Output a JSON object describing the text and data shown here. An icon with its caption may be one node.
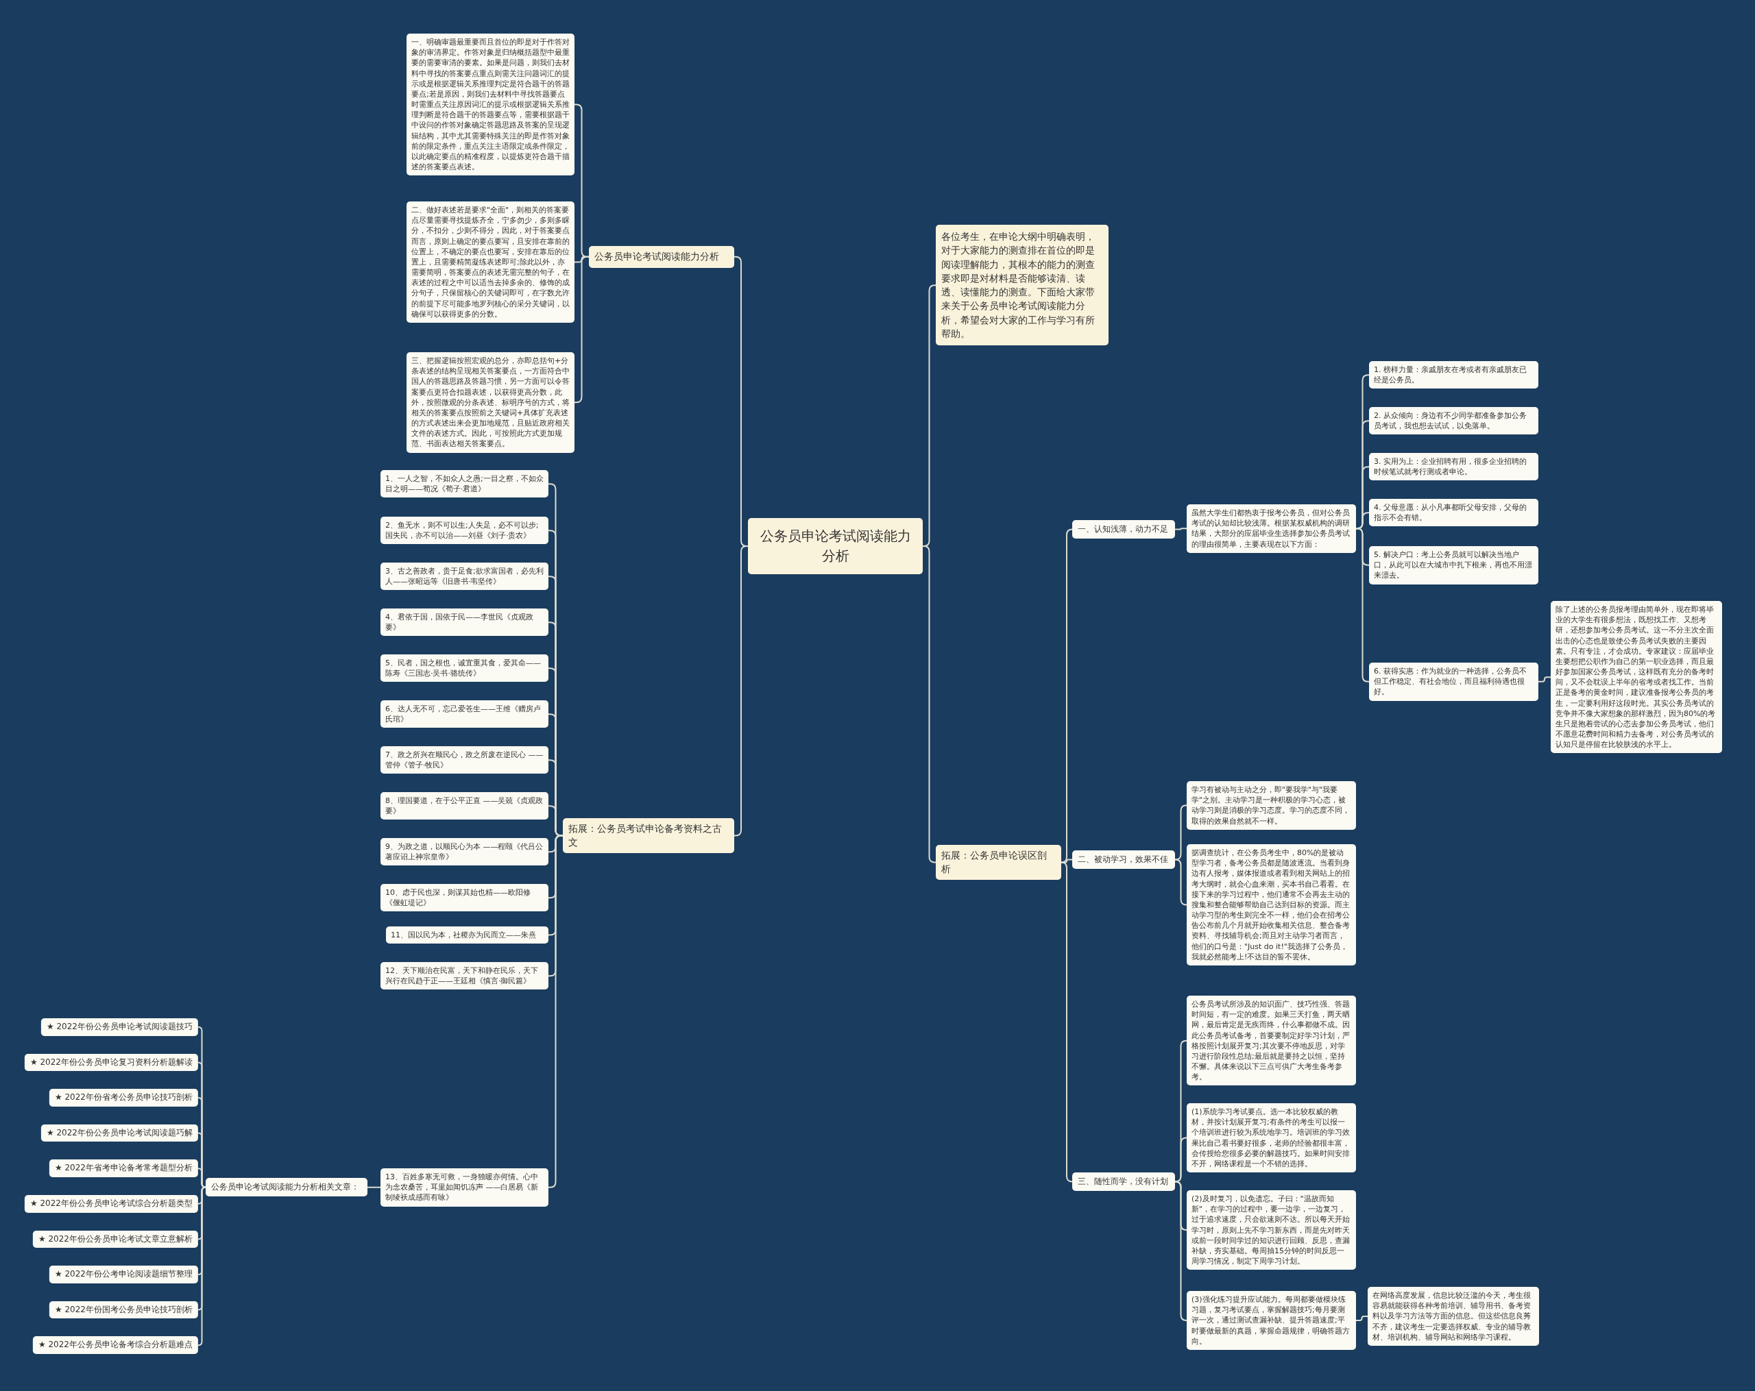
{
  "diagram": {
    "nodes": [
      {
        "text": [
          "公务员申论考试阅读能力分析"
        ]
      },
      {
        "text": [
          "公务员申论考试阅读能力分析"
        ]
      },
      {
        "text": [
          "一、明确审题最重要而且首位的即是对于作答对象的审清界定。作答对象是归纳概括题型中最重要的需要审清的要素。如果是问题，则我们去材料中寻找的答案要点重点则需关注问题词汇的提示或是根据逻辑关系推理判定是符合题干的答题要点;若是原因，则我们去材料中寻找答题要点时需重点关注原因词汇的提示或根据逻辑关系推理判断是符合题干的答题要点等，需要根据题干中设问的作答对象确定答题思路及答案的呈现逻辑结构，其中尤其需要特殊关注的即是作答对象前的限定条件，重点关注主语限定或条件限定，以此确定要点的精准程度，以提炼更符合题干描述的答案要点表述。"
        ]
      },
      {
        "text": [
          "二、做好表述若是要求\"全面\"，则相关的答案要点尽量需要寻找提炼齐全，宁多勿少，多则多睬分，不扣分，少则不得分，因此，对于答案要点而言，原则上确定的要点要写，且安排在靠前的位置上，不确定的要点也要写，安排在靠后的位置上，且需要精简凝练表述即可;除此以外，亦需要简明，答案要点的表述无需完整的句子，在表述的过程之中可以适当去掉多余的、修饰的成分句子，只保留核心的关键词即可，在字数允许的前提下尽可能多地罗列核心的采分关键词，以确保可以获得更多的分数。"
        ]
      },
      {
        "text": [
          "三、把握逻辑按照宏观的总分，亦即总括句+分条表述的结构呈现相关答案要点，一方面符合中国人的答题思路及答题习惯，另一方面可以令答案要点更符合扣题表述，以获得更高分数，此外，按照微观的分条表述、标明序号的方式，将相关的答案要点按照前之关键词+具体扩充表述的方式表述出来会更加地规范，且贴近政府相关文件的表述方式。因此，可按照此方式更加规范、书面表达相关答案要点。"
        ]
      },
      {
        "text": [
          "拓展：公务员考试申论备考资料之古文"
        ]
      },
      {
        "text": [
          "1、一人之智，不如众人之愚;一目之察，不如众目之明——荀况《荀子·君道》"
        ]
      },
      {
        "text": [
          "2、鱼无水，则不可以生;人失足，必不可以步;国失民，亦不可以治——刘昼《刘子·贵农》"
        ]
      },
      {
        "text": [
          "3、古之善政者，贵于足食;欲求富国者，必先利人——张昭远等《旧唐书·韦坚传》"
        ]
      },
      {
        "text": [
          "4、君依于国，国依于民——李世民《贞观政要》"
        ]
      },
      {
        "text": [
          "5、民者，国之根也，诚宜重其食，爱其命——陈寿《三国志·吴书·骆统传》"
        ]
      },
      {
        "text": [
          "6、达人无不可，忘己爱苍生——王维《赠房卢氏琯》"
        ]
      },
      {
        "text": [
          "7、政之所兴在顺民心，政之所废在逆民心 ——管仲《管子·牧民》"
        ]
      },
      {
        "text": [
          "8、理国要道，在于公平正直 ——吴兢《贞观政要》"
        ]
      },
      {
        "text": [
          "9、为政之道，以顺民心为本 ——程颐《代吕公著应诏上神宗皇帝》"
        ]
      },
      {
        "text": [
          "10、虑于民也深，则谋其始也精——欧阳修《偃虹堤记》"
        ]
      },
      {
        "text": [
          "11、国以民为本，社稷亦为民而立——朱熹"
        ]
      },
      {
        "text": [
          "12、天下顺治在民富，天下和静在民乐，天下兴行在民趋于正——王廷相《慎言·御民篇》"
        ]
      },
      {
        "text": [
          "13、百姓多寒无可救，一身独暖亦何情。心中为念农桑苦，耳里如闻饥冻声 ——白居易《新制绫袄成感而有咏》"
        ]
      },
      {
        "text": [
          "公务员申论考试阅读能力分析相关文章："
        ]
      },
      {
        "text": [
          "★ 2022年份公务员申论考试阅读题技巧"
        ]
      },
      {
        "text": [
          "★ 2022年份公务员申论复习资料分析题解读"
        ]
      },
      {
        "text": [
          "★ 2022年份省考公务员申论技巧剖析"
        ]
      },
      {
        "text": [
          "★ 2022年份公务员申论考试阅读题巧解"
        ]
      },
      {
        "text": [
          "★ 2022年省考申论备考常考题型分析"
        ]
      },
      {
        "text": [
          "★ 2022年份公务员申论考试综合分析题类型"
        ]
      },
      {
        "text": [
          "★ 2022年份公务员申论考试文章立意解析"
        ]
      },
      {
        "text": [
          "★ 2022年份公考申论阅读题细节整理"
        ]
      },
      {
        "text": [
          "★ 2022年份国考公务员申论技巧剖析"
        ]
      },
      {
        "text": [
          "★ 2022年公务员申论备考综合分析题难点"
        ]
      },
      {
        "text": [
          "各位考生，在申论大纲中明确表明，对于大家能力的测查排在首位的即是阅读理解能力，其根本的能力的测查要求即是对材料是否能够读清、读透、读懂能力的测查。下面给大家带来关于公务员申论考试阅读能力分析，希望会对大家的工作与学习有所帮助。"
        ]
      },
      {
        "text": [
          "拓展：公务员申论误区剖析"
        ]
      },
      {
        "text": [
          "一、认知浅薄，动力不足"
        ]
      },
      {
        "text": [
          "虽然大学生们都热衷于报考公务员，但对公务员考试的认知却比较浅薄。根据某权威机构的调研结果，大部分的应届毕业生选择参加公务员考试的理由很简单，主要表现在以下方面："
        ]
      },
      {
        "text": [
          "1. 榜样力量：亲戚朋友在考或者有亲戚朋友已经是公务员。"
        ]
      },
      {
        "text": [
          "2. 从众倾向：身边有不少同学都准备参加公务员考试，我也想去试试，以免落单。"
        ]
      },
      {
        "text": [
          "3. 实用为上：企业招聘有用，很多企业招聘的时候笔试就考行测或者申论。"
        ]
      },
      {
        "text": [
          "4. 父母意愿：从小凡事都听父母安排，父母的指示不会有错。"
        ]
      },
      {
        "text": [
          "5. 解决户口：考上公务员就可以解决当地户口，从此可以在大城市中扎下根来，再也不用漂来漂去。"
        ]
      },
      {
        "text": [
          "6. 获得实惠：作为就业的一种选择，公务员不但工作稳定、有社会地位，而且福利待遇也很好。"
        ]
      },
      {
        "text": [
          "除了上述的公务员报考理由简单外，现在即将毕业的大学生有很多想法，既想找工作、又想考研，还想参加考公务员考试。这一不分主次全面出击的心态也是致使公务员考试失败的主要因素。只有专注，才会成功。专家建议：应届毕业生要想把公职作为自己的第一职业选择，而且最好参加国家公务员考试，这样既有充分的备考时间，又不会耽误上半年的省考或者找工作。当前正是备考的黄金时间，建议准备报考公务员的考生，一定要利用好这段时光。其实公务员考试的竞争并不像大家想象的那样激烈，因为80%的考生只是抱着尝试的心态去参加公务员考试，他们不愿意花费时间和精力去备考，对公务员考试的认知只是停留在比较肤浅的水平上。"
        ]
      },
      {
        "text": [
          "二、被动学习，效果不佳"
        ]
      },
      {
        "text": [
          "学习有被动与主动之分，即\"要我学\"与\"我要学\"之别。主动学习是一种积极的学习心态，被动学习则是消极的学习态度。学习的态度不同，取得的效果自然就不一样。"
        ]
      },
      {
        "text": [
          "据调查统计，在公务员考生中，80%的是被动型学习者，备考公务员都是随波逐流。当看到身边有人报考，媒体报道或者看到相关网站上的招考大纲时，就会心血来潮，买本书自己看看。在接下来的学习过程中，他们通常不会再去主动的搜集和整合能够帮助自己达到目标的资源。而主动学习型的考生则完全不一样，他们会在招考公告公布前几个月就开始收集相关信息、整合备考资料、寻找辅导机会;而且对主动学习者而言，他们的口号是：\"Just do it!\"我选择了公务员，我就必然能考上!不达目的誓不罢休。"
        ]
      },
      {
        "text": [
          "三、随性而学，没有计划"
        ]
      },
      {
        "text": [
          "公务员考试所涉及的知识面广、技巧性强、答题时间短，有一定的难度。如果三天打鱼，两天晒网，最后肯定是无疾而终，什么事都做不成。因此公务员考试备考，首要要制定好学习计划，严格按照计划展开复习;其次要不停地反思，对学习进行阶段性总结;最后就是要持之以恒，坚持不懈。具体来说以下三点可供广大考生备考参考。"
        ]
      },
      {
        "text": [
          "(1)系统学习考试要点。选一本比较权威的教材，并按计划展开复习;有条件的考生可以报一个培训班进行较为系统地学习。培训班的学习效果比自己看书要好很多，老师的经验都很丰富，会传授给您很多必要的解题技巧。如果时间安排不开，网络课程是一个不错的选择。"
        ]
      },
      {
        "text": [
          "(2)及时复习，以免遗忘。子曰：\"温故而知新\"，在学习的过程中，要一边学，一边复习，过于追求速度，只会欲速则不达。所以每天开始学习时，原则上先不学习新东西，而是先对昨天或前一段时间学过的知识进行回顾、反思，查漏补缺，夯实基础。每周抽15分钟的时间反思一周学习情况，制定下周学习计划。"
        ]
      },
      {
        "text": [
          "(3)强化练习提升应试能力。每周都要做模块练习题，复习考试要点，掌握解题技巧;每月要测评一次，通过测试查漏补缺、提升答题速度;平时要做最新的真题，掌握命题规律，明确答题方向。"
        ]
      },
      {
        "text": [
          "在网络高度发展，信息比较泛滥的今天，考生很容易就能获得各种考前培训、辅导用书、备考资料以及学习方法等方面的信息。但这些信息良莠不齐，建议考生一定要选择权威、专业的辅导教材、培训机构、辅导网站和网络学习课程。"
        ]
      }
    ],
    "edges": [
      {
        "from": 0,
        "to": 1,
        "arrow": "none"
      },
      {
        "from": 1,
        "to": 2,
        "arrow": "none"
      },
      {
        "from": 1,
        "to": 3,
        "arrow": "none"
      },
      {
        "from": 1,
        "to": 4,
        "arrow": "none"
      },
      {
        "from": 0,
        "to": 5,
        "arrow": "none"
      },
      {
        "from": 5,
        "to": 6,
        "arrow": "none"
      },
      {
        "from": 5,
        "to": 7,
        "arrow": "none"
      },
      {
        "from": 5,
        "to": 8,
        "arrow": "none"
      },
      {
        "from": 5,
        "to": 9,
        "arrow": "none"
      },
      {
        "from": 5,
        "to": 10,
        "arrow": "none"
      },
      {
        "from": 5,
        "to": 11,
        "arrow": "none"
      },
      {
        "from": 5,
        "to": 12,
        "arrow": "none"
      },
      {
        "from": 5,
        "to": 13,
        "arrow": "none"
      },
      {
        "from": 5,
        "to": 14,
        "arrow": "none"
      },
      {
        "from": 5,
        "to": 15,
        "arrow": "none"
      },
      {
        "from": 5,
        "to": 16,
        "arrow": "none"
      },
      {
        "from": 5,
        "to": 17,
        "arrow": "none"
      },
      {
        "from": 5,
        "to": 18,
        "arrow": "none"
      },
      {
        "from": 18,
        "to": 19,
        "arrow": "none"
      },
      {
        "from": 19,
        "to": 20,
        "arrow": "none"
      },
      {
        "from": 19,
        "to": 21,
        "arrow": "none"
      },
      {
        "from": 19,
        "to": 22,
        "arrow": "none"
      },
      {
        "from": 19,
        "to": 23,
        "arrow": "none"
      },
      {
        "from": 19,
        "to": 24,
        "arrow": "none"
      },
      {
        "from": 19,
        "to": 25,
        "arrow": "none"
      },
      {
        "from": 19,
        "to": 26,
        "arrow": "none"
      },
      {
        "from": 19,
        "to": 27,
        "arrow": "none"
      },
      {
        "from": 19,
        "to": 28,
        "arrow": "none"
      },
      {
        "from": 19,
        "to": 29,
        "arrow": "none"
      },
      {
        "from": 0,
        "to": 30,
        "arrow": "none"
      },
      {
        "from": 0,
        "to": 31,
        "arrow": "none"
      },
      {
        "from": 31,
        "to": 32,
        "arrow": "none"
      },
      {
        "from": 32,
        "to": 33,
        "arrow": "none"
      },
      {
        "from": 33,
        "to": 34,
        "arrow": "none"
      },
      {
        "from": 33,
        "to": 35,
        "arrow": "none"
      },
      {
        "from": 33,
        "to": 36,
        "arrow": "none"
      },
      {
        "from": 33,
        "to": 37,
        "arrow": "none"
      },
      {
        "from": 33,
        "to": 38,
        "arrow": "none"
      },
      {
        "from": 33,
        "to": 39,
        "arrow": "none"
      },
      {
        "from": 39,
        "to": 40,
        "arrow": "none"
      },
      {
        "from": 31,
        "to": 41,
        "arrow": "none"
      },
      {
        "from": 41,
        "to": 42,
        "arrow": "none"
      },
      {
        "from": 41,
        "to": 43,
        "arrow": "none"
      },
      {
        "from": 31,
        "to": 44,
        "arrow": "none"
      },
      {
        "from": 44,
        "to": 45,
        "arrow": "none"
      },
      {
        "from": 44,
        "to": 46,
        "arrow": "none"
      },
      {
        "from": 44,
        "to": 47,
        "arrow": "none"
      },
      {
        "from": 44,
        "to": 48,
        "arrow": "none"
      },
      {
        "from": 48,
        "to": 49,
        "arrow": "none"
      }
    ]
  }
}
